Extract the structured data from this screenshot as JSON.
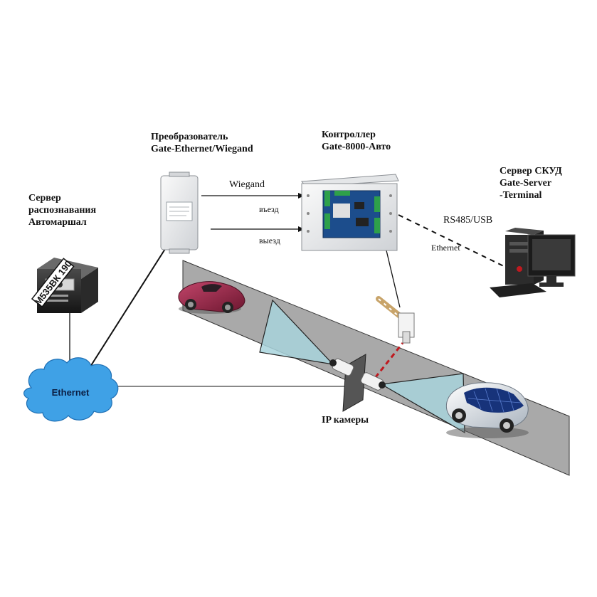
{
  "recognition_server": {
    "label_lines": [
      "Сервер",
      "распознавания",
      "Автомаршал"
    ],
    "plate_text": "М535ВК 190"
  },
  "converter": {
    "label_lines": [
      "Преобразователь",
      "Gate-Ethernet/Wiegand"
    ]
  },
  "controller": {
    "label_lines": [
      "Контроллер",
      "Gate-8000-Авто"
    ]
  },
  "acs_server": {
    "label_lines": [
      "Сервер СКУД",
      "Gate-Server",
      "-Terminal"
    ]
  },
  "links": {
    "wiegand": "Wiegand",
    "entry": "въезд",
    "exit": "выезд",
    "rs485": "RS485/USB",
    "ethernet_right": "Ethernet"
  },
  "cloud": {
    "label": "Ethernet"
  },
  "cameras": {
    "label": "IP камеры"
  },
  "colors": {
    "road": "#a9a9a9",
    "camera_view": "#a8d4dc",
    "cloud": "#3fa1e6",
    "laser": "#c0191f",
    "board": "#1c4d8c"
  }
}
